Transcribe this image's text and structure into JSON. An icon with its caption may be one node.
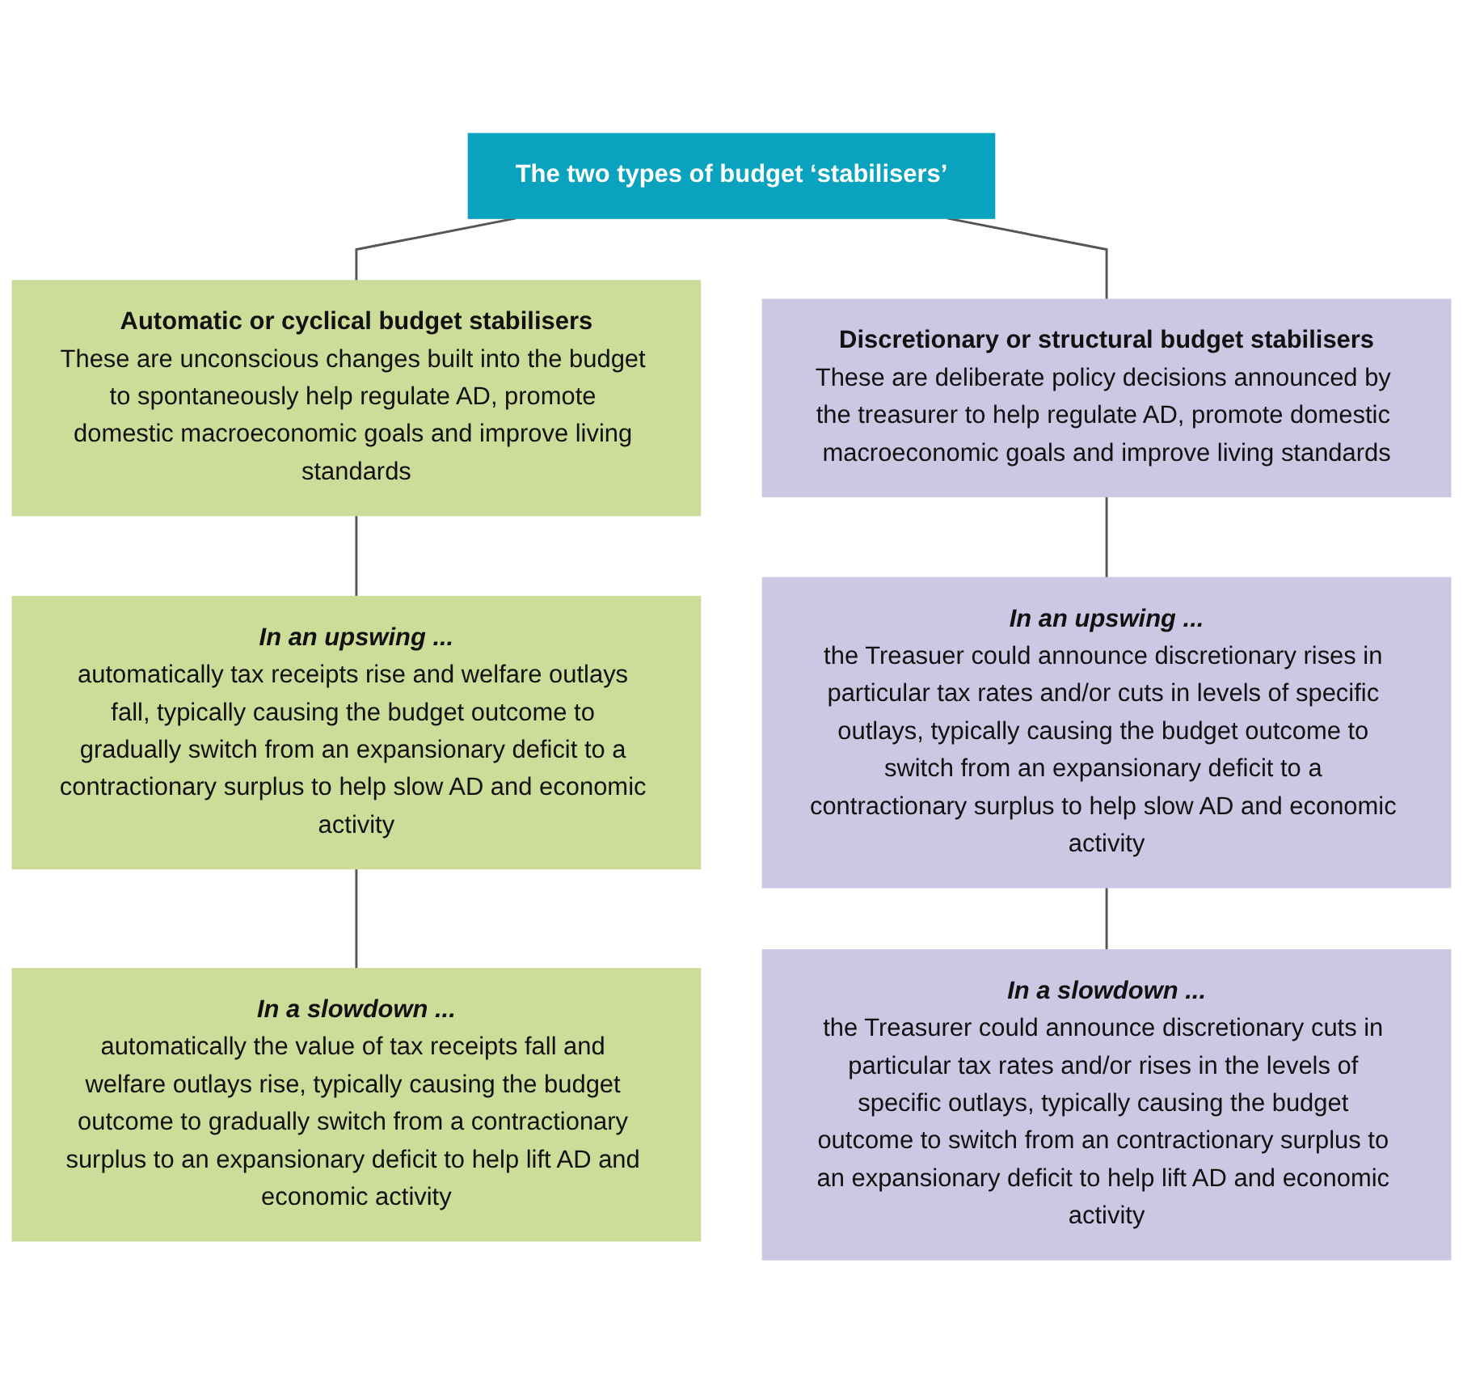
{
  "diagram": {
    "nodes": [
      {
        "text": [
          "The two types of budget ‘stabilisers’"
        ]
      },
      {
        "text": [
          "Automatic or cyclical budget stabilisers",
          "These are unconscious changes built into the budget to spontaneously help regulate AD, promote domestic macroeconomic goals and improve living standards"
        ]
      },
      {
        "text": [
          "Discretionary or structural budget stabilisers",
          "These are deliberate policy decisions announced by the treasurer to help regulate AD, promote domestic macroeconomic goals and improve living standards"
        ]
      },
      {
        "text": [
          "In an upswing ...",
          "automatically tax receipts rise and welfare outlays fall, typically causing the budget outcome to gradually switch from an expansionary deficit to a contractionary surplus to help slow AD and economic activity"
        ]
      },
      {
        "text": [
          "In an upswing ...",
          "the Treasuer could announce discretionary rises in particular tax rates and/or cuts in levels of specific outlays, typically causing the budget outcome to switch from an expansionary deficit to a contractionary surplus to help slow AD and economic activity"
        ]
      },
      {
        "text": [
          "In a slowdown ...",
          "automatically the value of tax receipts fall and welfare outlays rise, typically causing the budget outcome to gradually switch from a contractionary surplus to an expansionary deficit to help lift AD and economic activity"
        ]
      },
      {
        "text": [
          "In a slowdown ...",
          "the Treasurer could announce discretionary cuts in particular tax rates and/or rises in the levels of specific outlays, typically causing the budget outcome to switch from an contractionary surplus to an expansionary deficit to help lift AD and economic activity"
        ]
      }
    ],
    "edges": [
      {
        "from": 0,
        "to": 1,
        "arrow": "none"
      },
      {
        "from": 0,
        "to": 2,
        "arrow": "none"
      },
      {
        "from": 1,
        "to": 3,
        "arrow": "none"
      },
      {
        "from": 3,
        "to": 5,
        "arrow": "none"
      },
      {
        "from": 2,
        "to": 4,
        "arrow": "none"
      },
      {
        "from": 4,
        "to": 6,
        "arrow": "none"
      }
    ]
  }
}
